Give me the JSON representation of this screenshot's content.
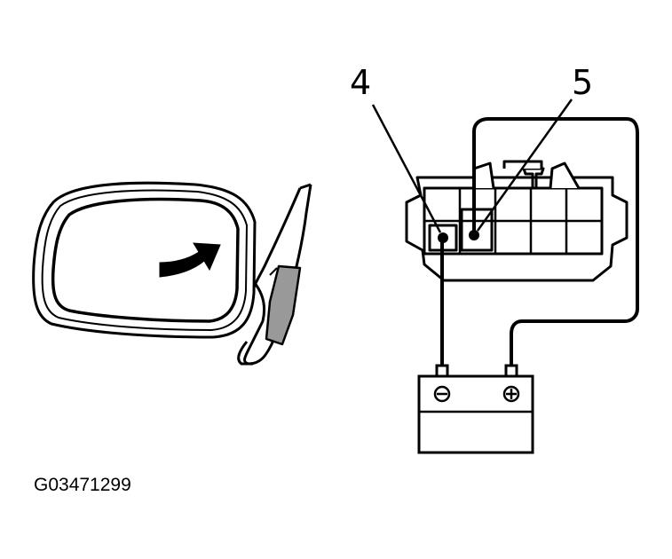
{
  "diagram": {
    "callouts": [
      "4",
      "5"
    ],
    "battery_terminals": {
      "negative": "⊖",
      "positive": "⊕"
    },
    "figure_id": "G03471299",
    "colors": {
      "ink": "#000000",
      "fill": "#ffffff",
      "shading": "#999999"
    }
  }
}
